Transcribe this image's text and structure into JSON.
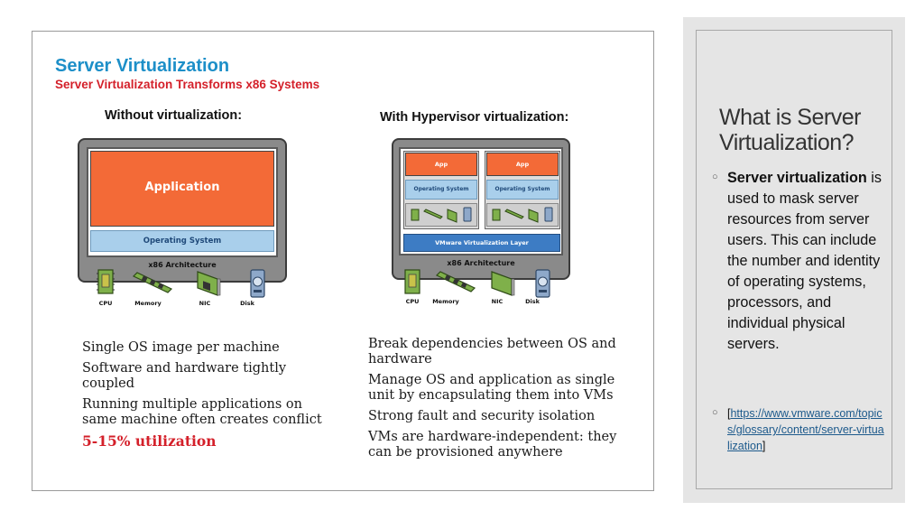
{
  "figure": {
    "title": "Server Virtualization",
    "subtitle": "Server Virtualization Transforms x86 Systems",
    "left": {
      "heading": "Without virtualization:",
      "app_label": "Application",
      "os_label": "Operating System",
      "arch_label": "x86 Architecture",
      "hardware": [
        "CPU",
        "Memory",
        "NIC",
        "Disk"
      ],
      "bullets": [
        "Single OS image per machine",
        "Software and hardware tightly coupled",
        "Running multiple applications on same machine often creates conflict"
      ],
      "highlight": "5-15% utilization"
    },
    "right": {
      "heading": "With Hypervisor virtualization:",
      "vm_app_label": "App",
      "vm_os_label": "Operating System",
      "layer_label": "VMware Virtualization Layer",
      "arch_label": "x86 Architecture",
      "hardware": [
        "CPU",
        "Memory",
        "NIC",
        "Disk"
      ],
      "bullets": [
        "Break dependencies between OS and hardware",
        "Manage OS and application as single unit by encapsulating them into VMs",
        "Strong fault and security isolation",
        "VMs are hardware-independent: they can be provisioned anywhere"
      ]
    }
  },
  "panel": {
    "title": "What is Server Virtualization?",
    "bullet1_bold": "Server virtualization",
    "bullet1_rest": " is used to mask server resources from server users. This can include the number and identity of operating systems, processors, and individual physical servers.",
    "bullet2_prefix": "[",
    "bullet2_link": "https://www.vmware.com/topics/glossary/content/server-virtualization",
    "bullet2_suffix": "]"
  },
  "colors": {
    "title_blue": "#1d8fc8",
    "accent_red": "#d4202a",
    "app_orange": "#f36a37",
    "os_blue": "#a9cfeb",
    "layer_blue": "#3d7cc4"
  },
  "icons": [
    "cpu-chip-icon",
    "memory-stick-icon",
    "nic-card-icon",
    "disk-drive-icon"
  ]
}
